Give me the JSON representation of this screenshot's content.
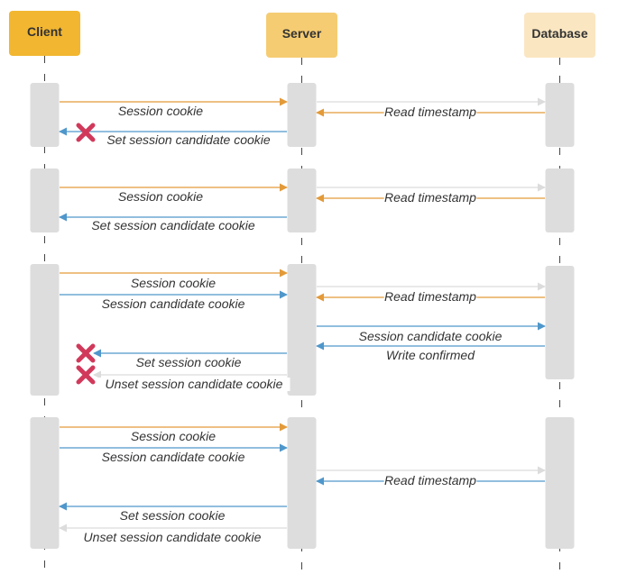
{
  "actors": [
    {
      "id": "client",
      "label": "Client",
      "fill": "#f2b631"
    },
    {
      "id": "server",
      "label": "Server",
      "fill": "#f5cc72"
    },
    {
      "id": "database",
      "label": "Database",
      "fill": "#fae6c1"
    }
  ],
  "colors": {
    "orange": "#e39a39",
    "blue": "#4f97cb",
    "gray": "#dcdcdc",
    "activation": "#dddddd",
    "lifeline": "#444444",
    "cross": "#d1395b"
  },
  "messages": [
    {
      "label": "Session cookie",
      "color": "orange"
    },
    {
      "label": "Set session candidate cookie",
      "color": "blue",
      "rejected": true
    },
    {
      "label": "",
      "color": "gray"
    },
    {
      "label": "Read timestamp",
      "color": "orange"
    },
    {
      "label": "Session cookie",
      "color": "orange"
    },
    {
      "label": "Set session candidate cookie",
      "color": "blue"
    },
    {
      "label": "",
      "color": "gray"
    },
    {
      "label": "Read timestamp",
      "color": "orange"
    },
    {
      "label": "Session cookie",
      "color": "orange"
    },
    {
      "label": "Session candidate cookie",
      "color": "blue"
    },
    {
      "label": "",
      "color": "gray"
    },
    {
      "label": "Read timestamp",
      "color": "orange"
    },
    {
      "label": "Session candidate cookie",
      "color": "blue"
    },
    {
      "label": "Write confirmed",
      "color": "blue"
    },
    {
      "label": "Set session cookie",
      "color": "blue",
      "rejected": true
    },
    {
      "label": "Unset session candidate cookie",
      "color": "gray",
      "rejected": true
    },
    {
      "label": "Session cookie",
      "color": "orange"
    },
    {
      "label": "Session candidate cookie",
      "color": "blue"
    },
    {
      "label": "",
      "color": "gray"
    },
    {
      "label": "Read timestamp",
      "color": "blue"
    },
    {
      "label": "Set session cookie",
      "color": "blue"
    },
    {
      "label": "Unset session candidate cookie",
      "color": "gray"
    }
  ]
}
